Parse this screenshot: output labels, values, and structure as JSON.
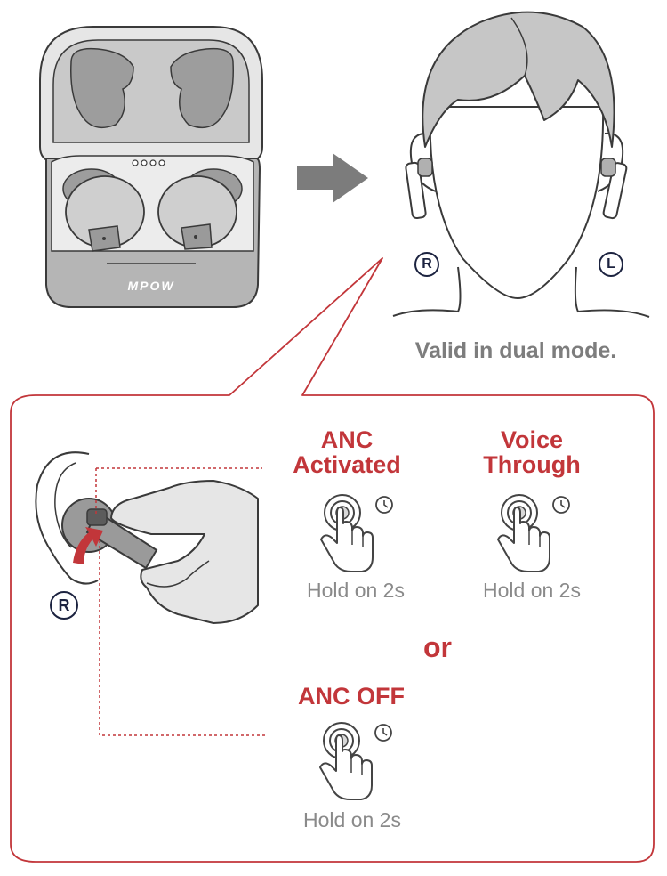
{
  "brand": "MPOW",
  "caption": "Valid in dual mode.",
  "ear_labels": {
    "right": "R",
    "left": "L",
    "inset_right": "R"
  },
  "modes": [
    {
      "title_line1": "ANC",
      "title_line2": "Activated",
      "instruction": "Hold on 2s"
    },
    {
      "title_line1": "Voice",
      "title_line2": "Through",
      "instruction": "Hold on 2s"
    },
    {
      "title_line1": "ANC OFF",
      "title_line2": "",
      "instruction": "Hold on 2s"
    }
  ],
  "separator": "or",
  "colors": {
    "accent": "#c2363a",
    "case_gray": "#b5b5b5",
    "text_gray": "#8a8a8a",
    "outline": "#3a3a3a"
  },
  "icons": [
    "charging-case-icon",
    "arrow-right-icon",
    "head-with-earbuds-icon",
    "ear-touch-icon",
    "touch-hand-icon",
    "clock-icon"
  ]
}
